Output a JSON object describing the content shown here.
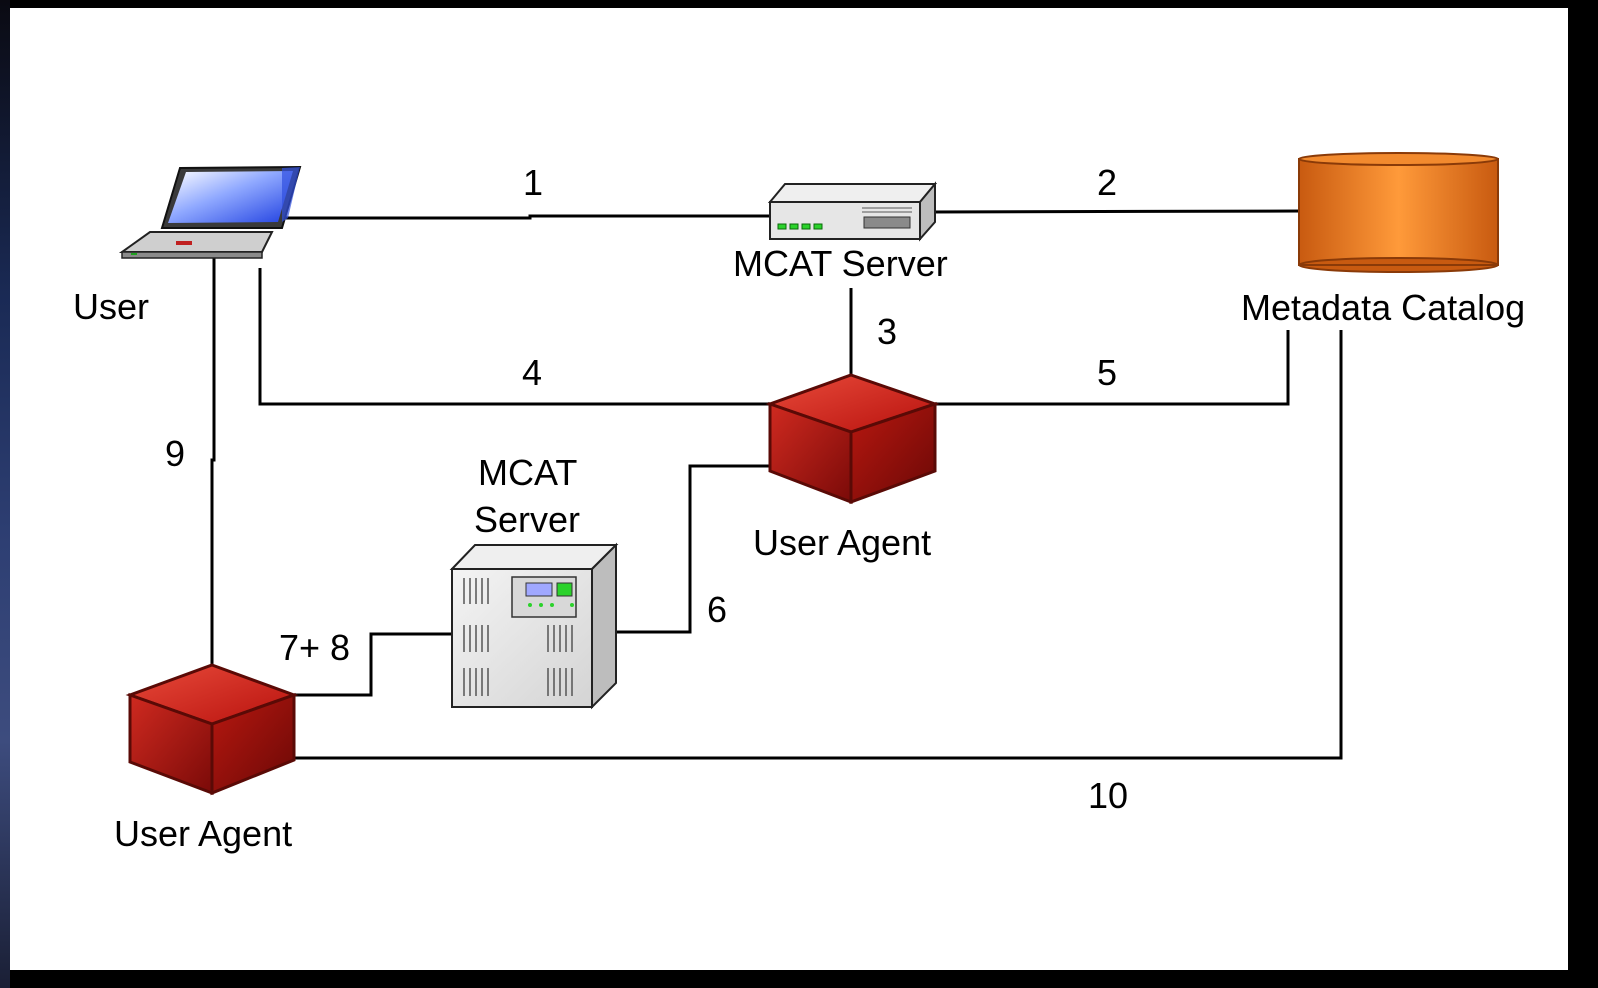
{
  "nodes": {
    "user": {
      "label": "User",
      "icon": "laptop-icon"
    },
    "mcat_server_top": {
      "label": "MCAT Server",
      "icon": "rack-server-icon"
    },
    "metadata_catalog": {
      "label": "Metadata Catalog",
      "icon": "database-cylinder-icon"
    },
    "user_agent_mid": {
      "label": "User Agent",
      "icon": "cube-agent-icon"
    },
    "mcat_server_bottom": {
      "label_line1": "MCAT",
      "label_line2": "Server",
      "icon": "tower-server-icon"
    },
    "user_agent_bottom": {
      "label": "User Agent",
      "icon": "cube-agent-icon"
    }
  },
  "edges": [
    {
      "id": "e1",
      "label": "1"
    },
    {
      "id": "e2",
      "label": "2"
    },
    {
      "id": "e3",
      "label": "3"
    },
    {
      "id": "e4",
      "label": "4"
    },
    {
      "id": "e5",
      "label": "5"
    },
    {
      "id": "e6",
      "label": "6"
    },
    {
      "id": "e78",
      "label": "7+ 8"
    },
    {
      "id": "e9",
      "label": "9"
    },
    {
      "id": "e10",
      "label": "10"
    }
  ],
  "colors": {
    "agent_red": "#c0201a",
    "catalog_orange": "#e07820",
    "laptop_screen_blue": "#3050e0",
    "server_gray": "#e6e6e6"
  }
}
